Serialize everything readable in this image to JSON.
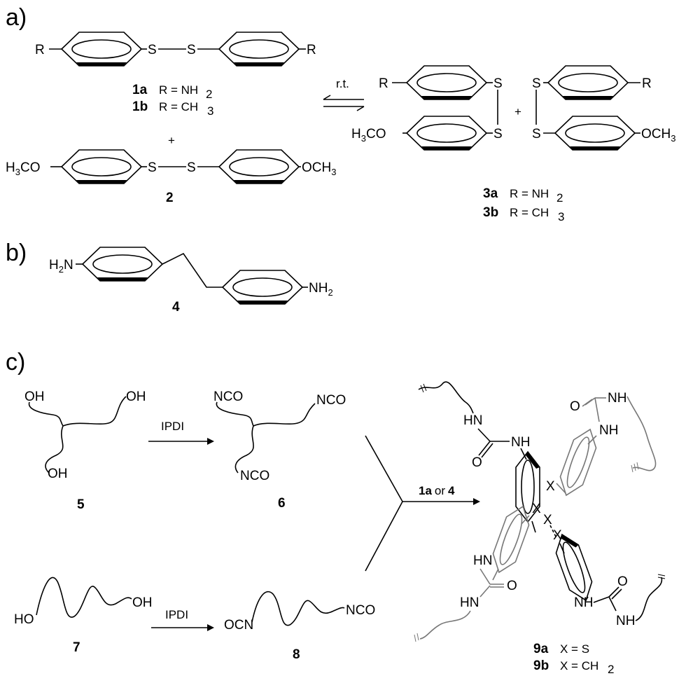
{
  "panels": {
    "a": "a)",
    "b": "b)",
    "c": "c)"
  },
  "atoms": {
    "R": "R",
    "S": "S",
    "X": "X",
    "O": "O",
    "NH": "NH",
    "HN": "HN",
    "OH": "OH",
    "HO": "HO",
    "NCO": "NCO",
    "OCN": "OCN",
    "H3CO_main": "H",
    "H3CO_sub": "3",
    "H3CO_tail": "CO",
    "OCH3_main": "OCH",
    "OCH3_sub": "3",
    "H2N_main": "H",
    "H2N_sub": "2",
    "H2N_tail": "N",
    "NH2_main": "NH",
    "NH2_sub": "2"
  },
  "labels": {
    "c1a": "1a",
    "c1a_text": "R = NH",
    "c1a_sub": "2",
    "c1b": "1b",
    "c1b_text": "R = CH",
    "c1b_sub": "3",
    "c2": "2",
    "c3a": "3a",
    "c3a_text": "R = NH",
    "c3a_sub": "2",
    "c3b": "3b",
    "c3b_text": "R = CH",
    "c3b_sub": "3",
    "c4": "4",
    "c5": "5",
    "c6": "6",
    "c7": "7",
    "c8": "8",
    "c9a": "9a",
    "c9a_text": "X = S",
    "c9b": "9b",
    "c9b_text": "X = CH",
    "c9b_sub": "2",
    "plus": "+"
  },
  "arrows": {
    "rt": "r.t.",
    "ipdi_top": "IPDI",
    "ipdi_bottom": "IPDI",
    "merge_1a": "1a",
    "merge_or": "or",
    "merge_4": "4"
  }
}
